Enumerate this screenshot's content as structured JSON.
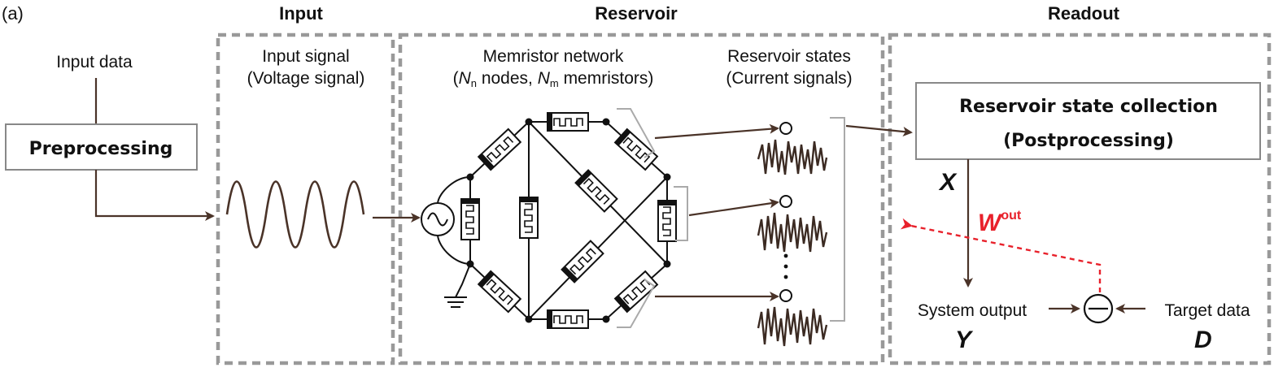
{
  "panel_label": "(a)",
  "sections": {
    "input": "Input",
    "reservoir": "Reservoir",
    "readout": "Readout"
  },
  "left": {
    "input_data": "Input data",
    "preprocessing": "Preprocessing"
  },
  "input_box": {
    "line1": "Input signal",
    "line2": "(Voltage signal)"
  },
  "reservoir_box": {
    "network_line1": "Memristor network",
    "network_line2_open": "(",
    "network_N": "N",
    "network_n_sub": "n",
    "network_nodes": " nodes, ",
    "network_M": "N",
    "network_m_sub": "m",
    "network_memristors": " memristors)",
    "states_line1": "Reservoir states",
    "states_line2": "(Current signals)"
  },
  "readout_box": {
    "collection_line1": "Reservoir state collection",
    "collection_line2": "(Postprocessing)",
    "x_symbol": "X",
    "w_symbol": "W",
    "w_sup": "out",
    "system_output": "System output",
    "y_symbol": "Y",
    "target_data": "Target data",
    "d_symbol": "D"
  },
  "colors": {
    "frame": "#999999",
    "arrow": "#4a3328",
    "feedback": "#e8212b",
    "signal": "#4a3328"
  },
  "icons": [
    "ac-source-icon",
    "ground-icon",
    "memristor-icon",
    "comparator-icon",
    "output-terminal-icon"
  ]
}
